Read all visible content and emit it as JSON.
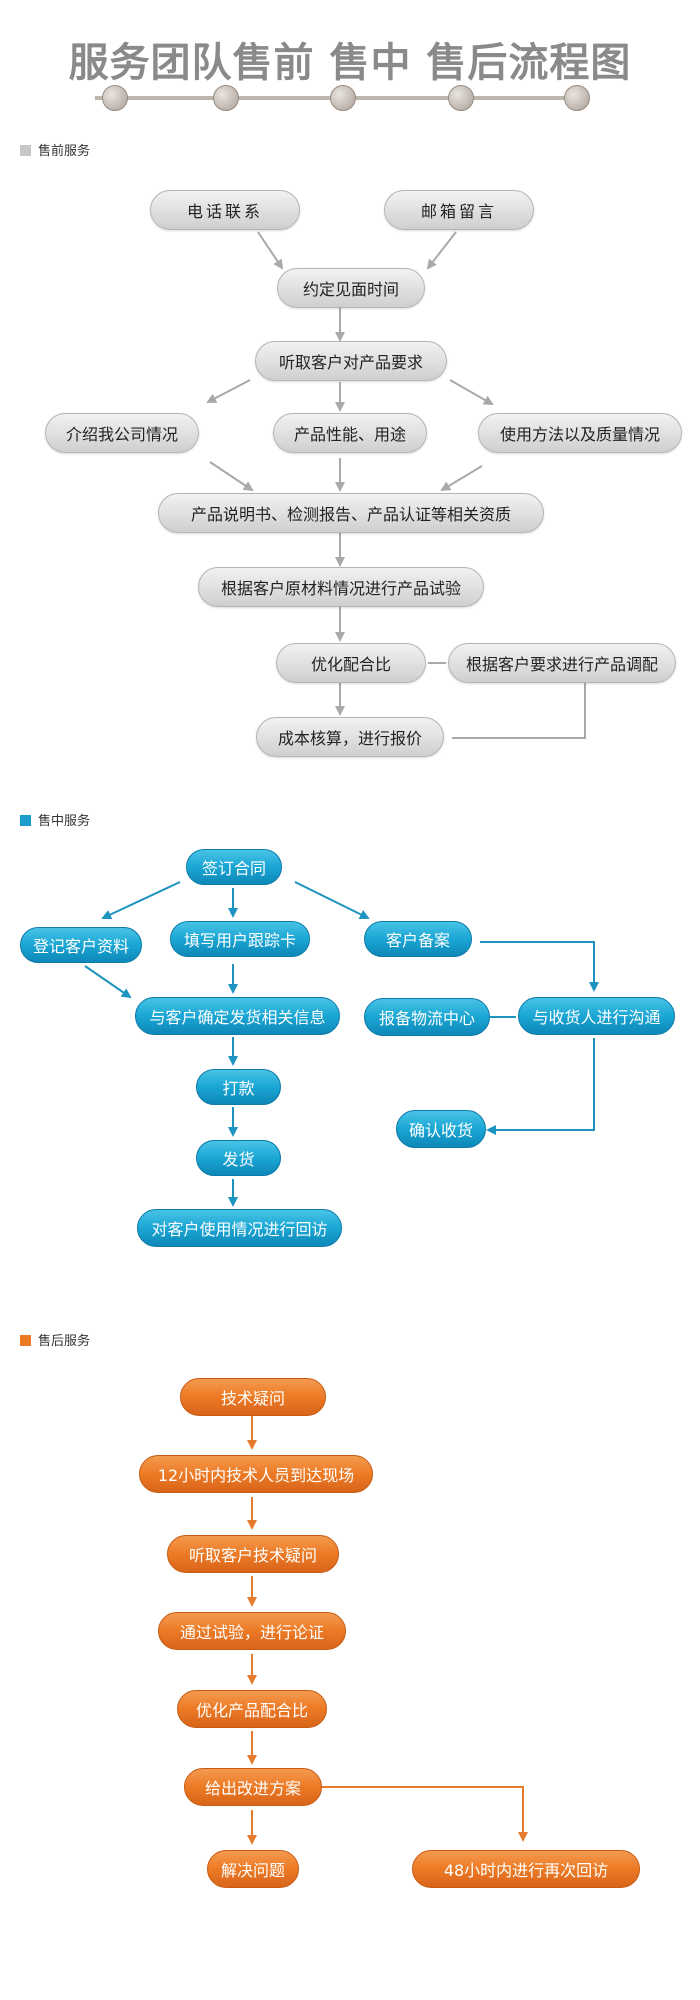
{
  "title": "服务团队售前 售中 售后流程图",
  "colors": {
    "gray_arrow": "#a9a9a9",
    "blue_arrow": "#1d93bf",
    "orange_arrow": "#e57b2d"
  },
  "sections": {
    "pre": {
      "header": "售前服务",
      "nodes": {
        "phone": "电话联系",
        "mail": "邮箱留言",
        "appointment": "约定见面时间",
        "listen": "听取客户对产品要求",
        "intro": "介绍我公司情况",
        "performance": "产品性能、用途",
        "usage": "使用方法以及质量情况",
        "docs": "产品说明书、检测报告、产品认证等相关资质",
        "trial": "根据客户原材料情况进行产品试验",
        "optimize": "优化配合比",
        "adjust": "根据客户要求进行产品调配",
        "quote": "成本核算，进行报价"
      }
    },
    "mid": {
      "header": "售中服务",
      "nodes": {
        "contract": "签订合同",
        "register": "登记客户资料",
        "card": "填写用户跟踪卡",
        "record": "客户备案",
        "confirm_info": "与客户确定发货相关信息",
        "logistics": "报备物流中心",
        "communicate": "与收货人进行沟通",
        "pay": "打款",
        "receipt": "确认收货",
        "ship": "发货",
        "revisit": "对客户使用情况进行回访"
      }
    },
    "post": {
      "header": "售后服务",
      "nodes": {
        "tech_question": "技术疑问",
        "onsite": "12小时内技术人员到达现场",
        "listen_question": "听取客户技术疑问",
        "experiment": "通过试验，进行论证",
        "optimize_mix": "优化产品配合比",
        "plan": "给出改进方案",
        "solve": "解决问题",
        "revisit48": "48小时内进行再次回访"
      }
    }
  }
}
